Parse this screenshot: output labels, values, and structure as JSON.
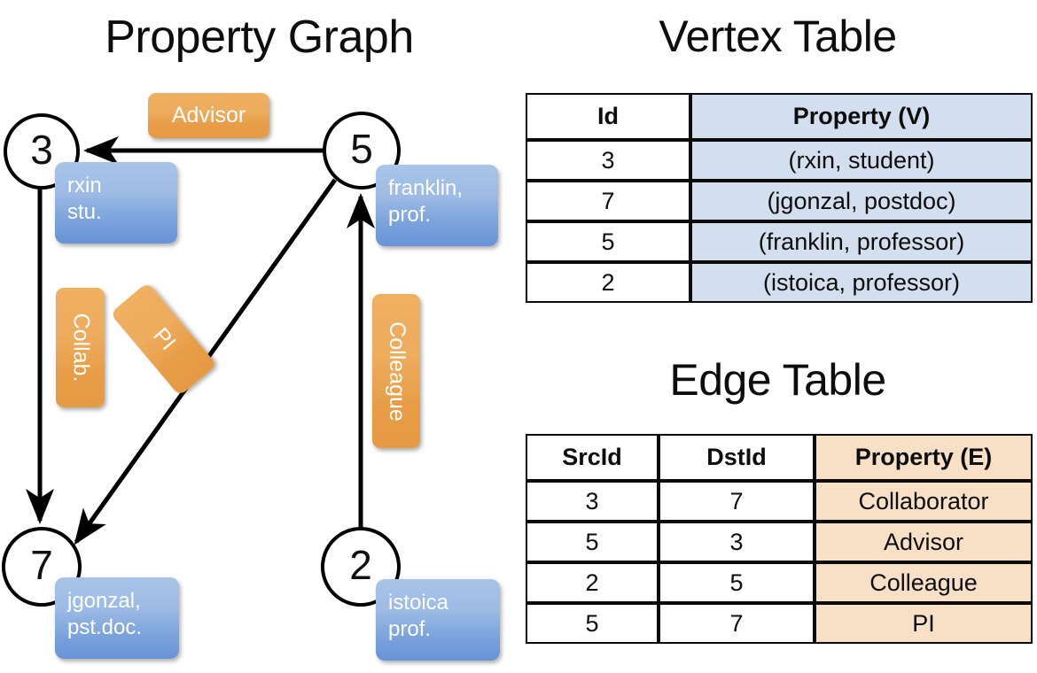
{
  "titles": {
    "property_graph": "Property Graph",
    "vertex_table": "Vertex Table",
    "edge_table": "Edge Table"
  },
  "graph": {
    "nodes": [
      {
        "id": "3",
        "property_line1": "rxin",
        "property_line2": "stu."
      },
      {
        "id": "5",
        "property_line1": "franklin,",
        "property_line2": "prof."
      },
      {
        "id": "7",
        "property_line1": "jgonzal,",
        "property_line2": "pst.doc."
      },
      {
        "id": "2",
        "property_line1": "istoica",
        "property_line2": "prof."
      }
    ],
    "edge_labels": [
      {
        "text": "Advisor"
      },
      {
        "text": "Collab."
      },
      {
        "text": "PI"
      },
      {
        "text": "Colleague"
      }
    ]
  },
  "vertex_table": {
    "headers": [
      "Id",
      "Property (V)"
    ],
    "rows": [
      [
        "3",
        "(rxin, student)"
      ],
      [
        "7",
        "(jgonzal, postdoc)"
      ],
      [
        "5",
        "(franklin, professor)"
      ],
      [
        "2",
        "(istoica, professor)"
      ]
    ]
  },
  "edge_table": {
    "headers": [
      "SrcId",
      "DstId",
      "Property (E)"
    ],
    "rows": [
      [
        "3",
        "7",
        "Collaborator"
      ],
      [
        "5",
        "3",
        "Advisor"
      ],
      [
        "2",
        "5",
        "Colleague"
      ],
      [
        "5",
        "7",
        "PI"
      ]
    ]
  },
  "colors": {
    "vertex_fill": "#d3deef",
    "edge_fill": "#f8e0c7",
    "node_box_blue": "#7aa2dc",
    "edge_label_orange": "#eeac5d",
    "stroke": "#0a0a0a"
  }
}
